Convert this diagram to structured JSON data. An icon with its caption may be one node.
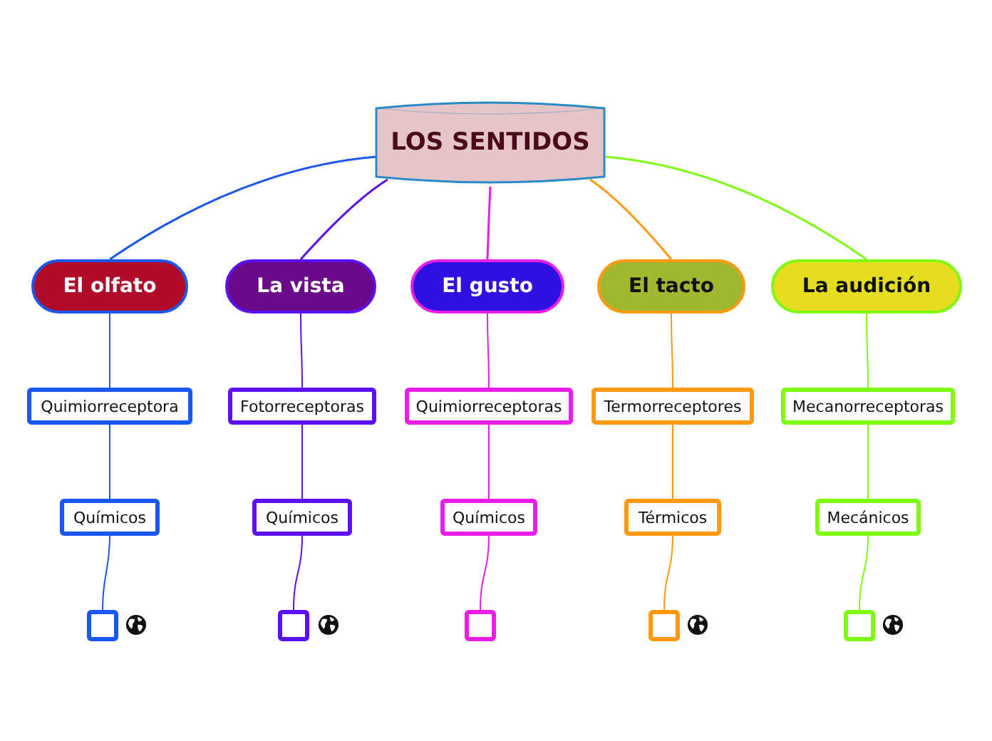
{
  "diagram": {
    "nodes": [
      {
        "text": [
          "LOS SENTIDOS"
        ]
      },
      {
        "text": [
          "El olfato"
        ]
      },
      {
        "text": [
          "La vista"
        ]
      },
      {
        "text": [
          "El gusto"
        ]
      },
      {
        "text": [
          "El tacto"
        ]
      },
      {
        "text": [
          "La audición"
        ]
      },
      {
        "text": [
          "Quimiorreceptora"
        ]
      },
      {
        "text": [
          "Fotorreceptoras"
        ]
      },
      {
        "text": [
          "Quimiorreceptoras"
        ]
      },
      {
        "text": [
          "Termorreceptores"
        ]
      },
      {
        "text": [
          "Mecanorreceptoras"
        ]
      },
      {
        "text": [
          "Químicos"
        ]
      },
      {
        "text": [
          "Químicos"
        ]
      },
      {
        "text": [
          "Químicos"
        ]
      },
      {
        "text": [
          "Térmicos"
        ]
      },
      {
        "text": [
          "Mecánicos"
        ]
      },
      {
        "text": [],
        "shape": "box"
      },
      {
        "text": [],
        "shape": "box"
      },
      {
        "text": [],
        "shape": "box"
      },
      {
        "text": [],
        "shape": "box"
      },
      {
        "text": [],
        "shape": "box"
      }
    ],
    "edges": [
      {
        "from": 0,
        "to": 1,
        "arrow": "none",
        "color": "#1a56f0"
      },
      {
        "from": 0,
        "to": 2,
        "arrow": "none",
        "color": "#5a10f0"
      },
      {
        "from": 0,
        "to": 3,
        "arrow": "none",
        "color": "#e81ee8"
      },
      {
        "from": 0,
        "to": 4,
        "arrow": "none",
        "color": "#ff9a10"
      },
      {
        "from": 0,
        "to": 5,
        "arrow": "none",
        "color": "#7dfa10"
      },
      {
        "from": 1,
        "to": 6,
        "arrow": "none",
        "color": "#1a56f0"
      },
      {
        "from": 2,
        "to": 7,
        "arrow": "none",
        "color": "#5a10f0"
      },
      {
        "from": 3,
        "to": 8,
        "arrow": "none",
        "color": "#e81ee8"
      },
      {
        "from": 4,
        "to": 9,
        "arrow": "none",
        "color": "#ff9a10"
      },
      {
        "from": 5,
        "to": 10,
        "arrow": "none",
        "color": "#7dfa10"
      },
      {
        "from": 6,
        "to": 11,
        "arrow": "none",
        "color": "#1a56f0"
      },
      {
        "from": 7,
        "to": 12,
        "arrow": "none",
        "color": "#5a10f0"
      },
      {
        "from": 8,
        "to": 13,
        "arrow": "none",
        "color": "#e81ee8"
      },
      {
        "from": 9,
        "to": 14,
        "arrow": "none",
        "color": "#ff9a10"
      },
      {
        "from": 10,
        "to": 15,
        "arrow": "none",
        "color": "#7dfa10"
      },
      {
        "from": 11,
        "to": 16,
        "arrow": "none",
        "color": "#1a56f0"
      },
      {
        "from": 12,
        "to": 17,
        "arrow": "none",
        "color": "#5a10f0"
      },
      {
        "from": 13,
        "to": 18,
        "arrow": "none",
        "color": "#e81ee8"
      },
      {
        "from": 14,
        "to": 19,
        "arrow": "none",
        "color": "#ff9a10"
      },
      {
        "from": 15,
        "to": 20,
        "arrow": "none",
        "color": "#7dfa10"
      }
    ]
  }
}
